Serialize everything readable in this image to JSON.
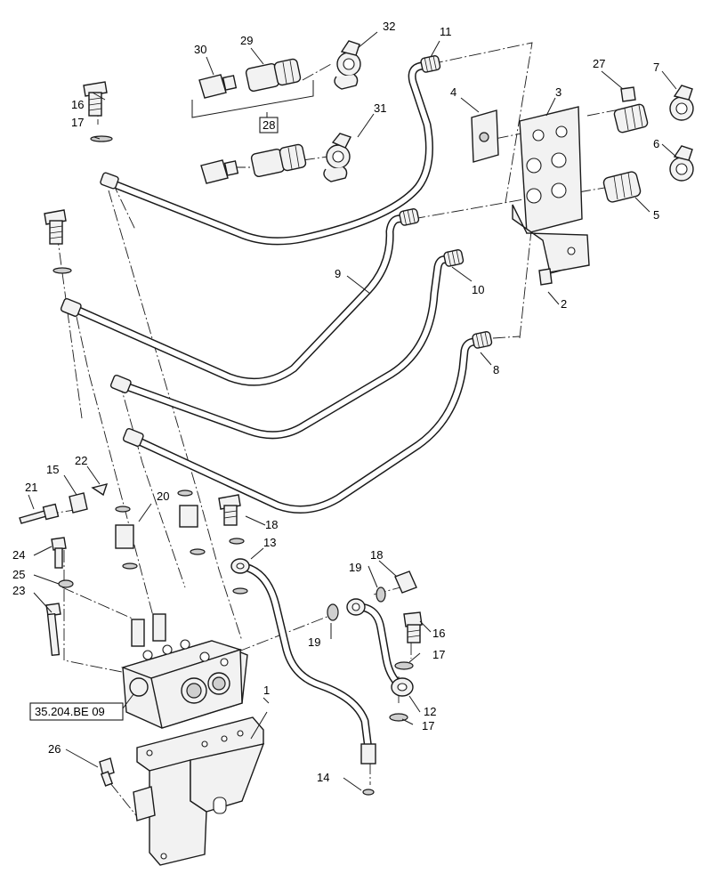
{
  "callouts": {
    "c1": "1",
    "c2": "2",
    "c3": "3",
    "c4": "4",
    "c5": "5",
    "c6": "6",
    "c7": "7",
    "c8": "8",
    "c9": "9",
    "c10": "10",
    "c11": "11",
    "c12": "12",
    "c13": "13",
    "c14": "14",
    "c15": "15",
    "c16a": "16",
    "c16b": "16",
    "c17a": "17",
    "c17b": "17",
    "c17c": "17",
    "c18a": "18",
    "c18b": "18",
    "c19a": "19",
    "c19b": "19",
    "c20": "20",
    "c21": "21",
    "c22": "22",
    "c23": "23",
    "c24": "24",
    "c25": "25",
    "c26": "26",
    "c27": "27",
    "c28": "28",
    "c29": "29",
    "c30": "30",
    "c31": "31",
    "c32": "32"
  },
  "reference_box": "35.204.BE 09"
}
